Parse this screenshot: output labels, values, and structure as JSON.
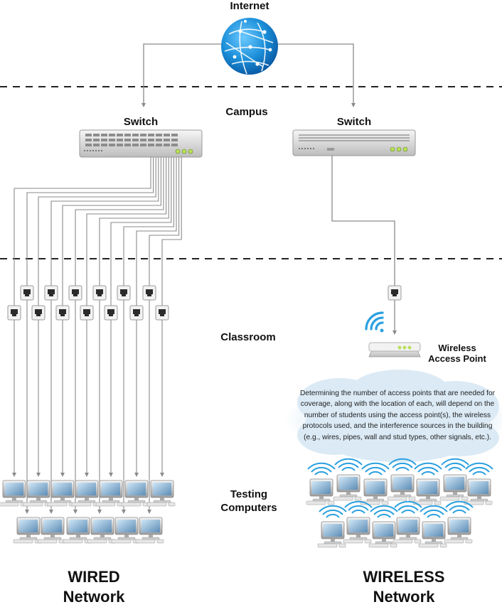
{
  "title": "Internet",
  "zones": {
    "campus": "Campus",
    "classroom": "Classroom",
    "testing_line1": "Testing",
    "testing_line2": "Computers"
  },
  "switches": {
    "left_label": "Switch",
    "right_label": "Switch"
  },
  "access_point": {
    "line1": "Wireless",
    "line2": "Access Point"
  },
  "note": "Determining the number of access points that are needed for coverage, along with the location of each, will depend on the number of students using the access point(s), the wireless protocols used, and the interference sources in the building (e.g., wires, pipes, wall and stud types, other signals, etc.).",
  "footer": {
    "wired_line1": "WIRED",
    "wired_line2": "Network",
    "wireless_line1": "WIRELESS",
    "wireless_line2": "Network"
  },
  "colors": {
    "wifi": "#2aa0e0",
    "globe": "#1b8fd9",
    "line": "#8a8a8a",
    "dash": "#222222"
  }
}
